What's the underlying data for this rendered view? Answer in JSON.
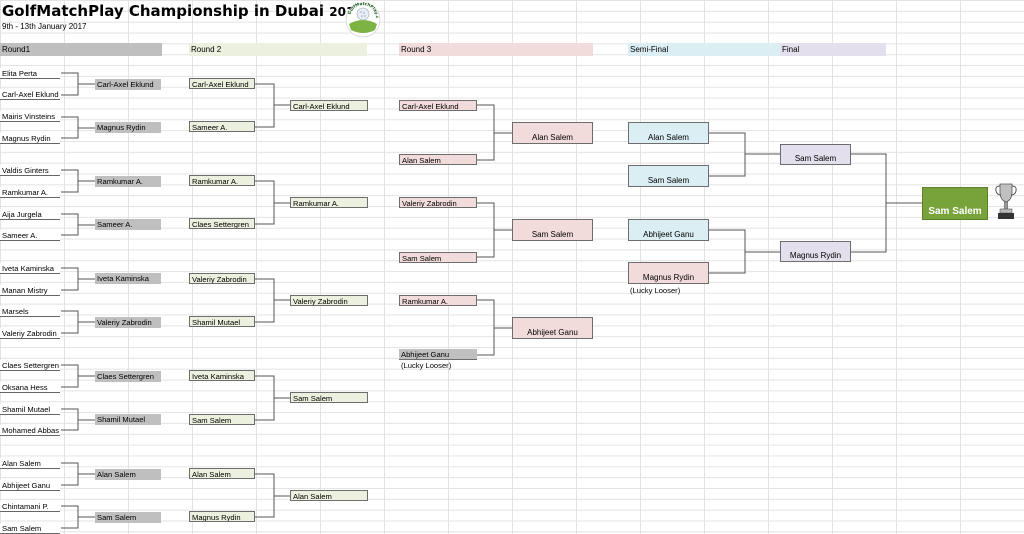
{
  "header": {
    "title": "GolfMatchPlay Championship in Dubai",
    "year": "2017",
    "dates": "9th - 13th January 2017",
    "logo_text": "GolfMatchPlay.com"
  },
  "rounds": {
    "r1": "Round1",
    "r2": "Round 2",
    "r3": "Round 3",
    "sf": "Semi-Final",
    "final": "Final"
  },
  "round1": [
    "Elita Perta",
    "Carl-Axel Eklund",
    "Mairis Vinsteins",
    "Magnus Rydin",
    "Valdis Ginters",
    "Ramkumar A.",
    "Aija Jurgela",
    "Sameer A.",
    "Iveta Kaminska",
    "Manan Mistry",
    "Marsels",
    "Valeriy Zabrodin",
    "Claes Settergren",
    "Oksana Hess",
    "Shamil Mutael",
    "Mohamed Abbas",
    "Alan Salem",
    "Abhijeet Ganu",
    "Chintamani P.",
    "Sam Salem"
  ],
  "round1_winners": [
    "Carl-Axel Eklund",
    "Magnus Rydin",
    "Ramkumar A.",
    "Sameer A.",
    "Iveta Kaminska",
    "Valeriy Zabrodin",
    "Claes Settergren",
    "Shamil Mutael",
    "Alan Salem",
    "Sam Salem"
  ],
  "round2": [
    "Carl-Axel Eklund",
    "Sameer A.",
    "Ramkumar A.",
    "Claes Settergren",
    "Valeriy Zabrodin",
    "Shamil Mutael",
    "Iveta Kaminska",
    "Sam Salem",
    "Alan Salem",
    "Magnus Rydin"
  ],
  "round2_winners": [
    "Carl-Axel Eklund",
    "Ramkumar A.",
    "Valeriy Zabrodin",
    "Sam Salem",
    "Alan Salem"
  ],
  "round3": [
    "Carl-Axel Eklund",
    "Alan Salem",
    "Valeriy Zabrodin",
    "Sam Salem",
    "Ramkumar A.",
    "Abhijeet Ganu"
  ],
  "round3_winners": [
    "Alan Salem",
    "Sam Salem",
    "Abhijeet Ganu"
  ],
  "lucky_looser": "(Lucky Looser)",
  "semifinal": [
    "Alan Salem",
    "Sam Salem",
    "Abhijeet Ganu",
    "Magnus Rydin"
  ],
  "final": [
    "Sam Salem",
    "Magnus Rydin"
  ],
  "champion": "Sam Salem",
  "colors": {
    "round1_header": "#bfbfbf",
    "round2": "#ebf1de",
    "round3": "#f2dcdb",
    "semifinal": "#daeef3",
    "final": "#e4dfec",
    "champion": "#77a33a"
  },
  "icons": [
    "golf-ball-logo-icon",
    "trophy-icon"
  ]
}
